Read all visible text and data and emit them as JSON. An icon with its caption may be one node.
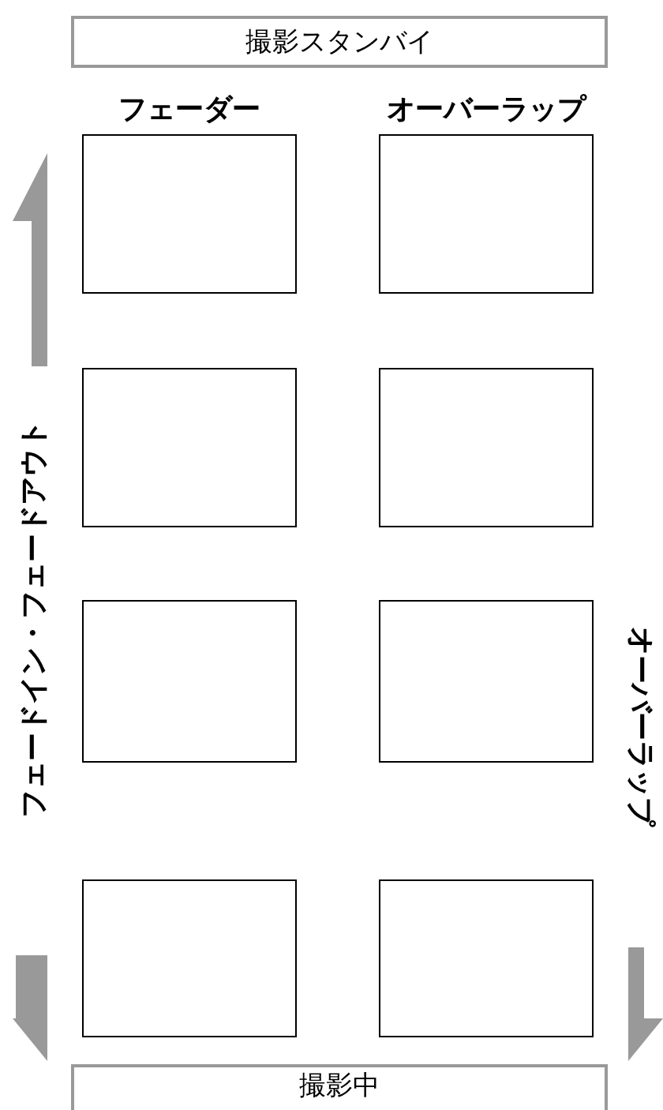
{
  "diagram": {
    "nodes": [
      {
        "text": [
          "撮影スタンバイ"
        ]
      },
      {
        "text": [],
        "shape": "box"
      },
      {
        "text": [],
        "shape": "box"
      },
      {
        "text": [],
        "shape": "box"
      },
      {
        "text": [],
        "shape": "box"
      },
      {
        "text": [],
        "shape": "box"
      },
      {
        "text": [],
        "shape": "box"
      },
      {
        "text": [],
        "shape": "box"
      },
      {
        "text": [],
        "shape": "box"
      },
      {
        "text": [
          "撮影中"
        ]
      }
    ],
    "labels": [
      "フェーダー",
      "オーバーラップ",
      "フェードイン・フェードアウト",
      "オーバーラップ"
    ]
  }
}
